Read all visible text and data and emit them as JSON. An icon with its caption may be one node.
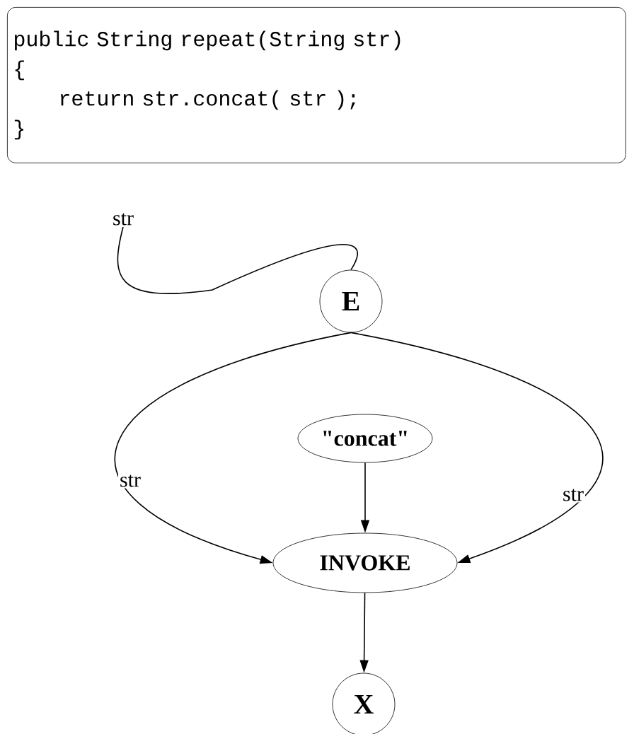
{
  "diagram": {
    "nodes": [
      {
        "text": [
          "public String repeat(String str)",
          "{",
          "   return str.concat( str );",
          "}"
        ]
      },
      {
        "text": [
          "str"
        ]
      },
      {
        "text": [
          "E"
        ]
      },
      {
        "text": [
          "\"concat\""
        ]
      },
      {
        "text": [
          "INVOKE"
        ]
      },
      {
        "text": [
          "X"
        ]
      }
    ],
    "edges": [
      {
        "from": 1,
        "to": 2,
        "arrow": "none"
      },
      {
        "from": 2,
        "to": 4,
        "arrow": "to",
        "label": "str"
      },
      {
        "from": 2,
        "to": 4,
        "arrow": "to",
        "label": "str"
      },
      {
        "from": 3,
        "to": 4,
        "arrow": "to"
      },
      {
        "from": 4,
        "to": 5,
        "arrow": "to"
      }
    ]
  }
}
